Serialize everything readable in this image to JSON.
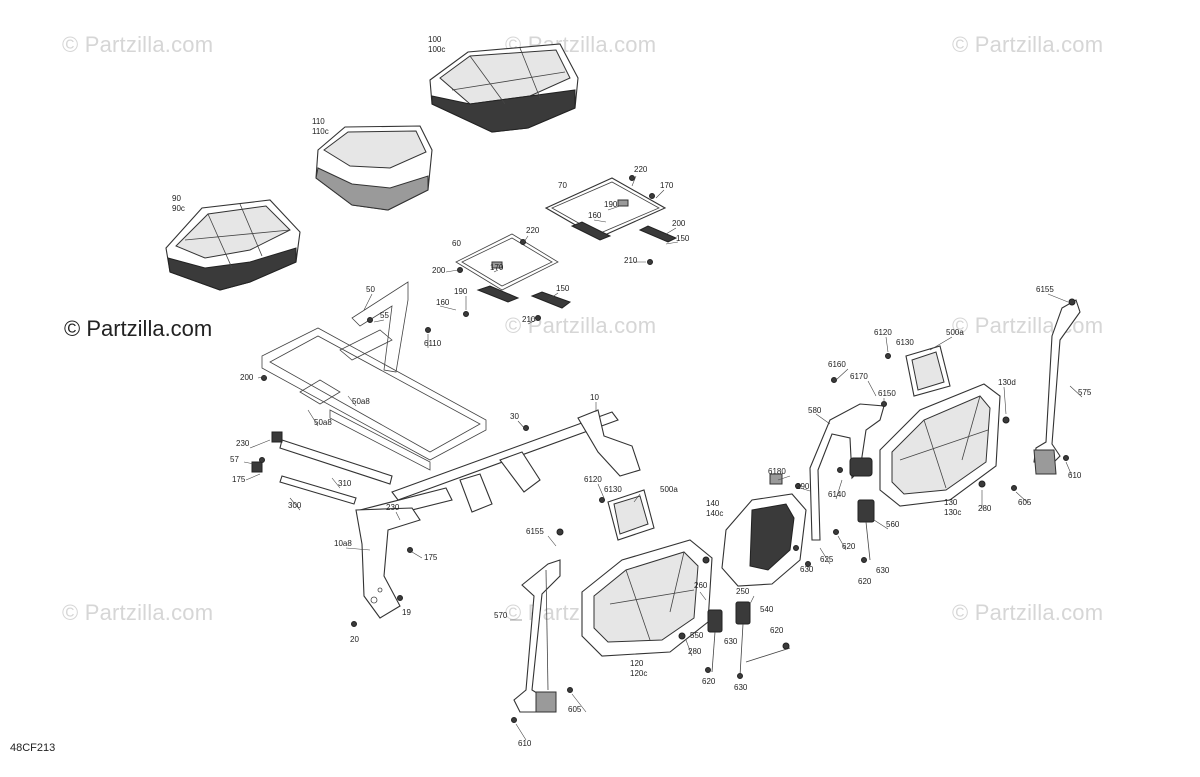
{
  "watermarks": {
    "main": "© Partzilla.com",
    "faint": "© Partzilla.com"
  },
  "figure_ref": "48CF213",
  "callouts": [
    {
      "id": "c100",
      "text": "100"
    },
    {
      "id": "c100c",
      "text": "100c"
    },
    {
      "id": "c110",
      "text": "110"
    },
    {
      "id": "c110c",
      "text": "110c"
    },
    {
      "id": "c90",
      "text": "90"
    },
    {
      "id": "c90c",
      "text": "90c"
    },
    {
      "id": "c220a",
      "text": "220"
    },
    {
      "id": "c70",
      "text": "70"
    },
    {
      "id": "c170a",
      "text": "170"
    },
    {
      "id": "c190a",
      "text": "190"
    },
    {
      "id": "c160a",
      "text": "160"
    },
    {
      "id": "c200a",
      "text": "200"
    },
    {
      "id": "c150a",
      "text": "150"
    },
    {
      "id": "c210a",
      "text": "210"
    },
    {
      "id": "c220b",
      "text": "220"
    },
    {
      "id": "c60",
      "text": "60"
    },
    {
      "id": "c200b",
      "text": "200"
    },
    {
      "id": "c170b",
      "text": "170"
    },
    {
      "id": "c190b",
      "text": "190"
    },
    {
      "id": "c150b",
      "text": "150"
    },
    {
      "id": "c160b",
      "text": "160"
    },
    {
      "id": "c210b",
      "text": "210"
    },
    {
      "id": "c50",
      "text": "50"
    },
    {
      "id": "c55",
      "text": "55"
    },
    {
      "id": "c6110",
      "text": "6110"
    },
    {
      "id": "c200c",
      "text": "200"
    },
    {
      "id": "c50a8a",
      "text": "50a8"
    },
    {
      "id": "c50a8b",
      "text": "50a8"
    },
    {
      "id": "c10",
      "text": "10"
    },
    {
      "id": "c30",
      "text": "30"
    },
    {
      "id": "c230a",
      "text": "230"
    },
    {
      "id": "c57",
      "text": "57"
    },
    {
      "id": "c175a",
      "text": "175"
    },
    {
      "id": "c310",
      "text": "310"
    },
    {
      "id": "c300",
      "text": "300"
    },
    {
      "id": "c230b",
      "text": "230"
    },
    {
      "id": "c10a8",
      "text": "10a8"
    },
    {
      "id": "c175b",
      "text": "175"
    },
    {
      "id": "c19",
      "text": "19"
    },
    {
      "id": "c20",
      "text": "20"
    },
    {
      "id": "c6120a",
      "text": "6120"
    },
    {
      "id": "c6130a",
      "text": "6130"
    },
    {
      "id": "c500aa",
      "text": "500a"
    },
    {
      "id": "c6155a",
      "text": "6155"
    },
    {
      "id": "c570",
      "text": "570"
    },
    {
      "id": "c605a",
      "text": "605"
    },
    {
      "id": "c610a",
      "text": "610"
    },
    {
      "id": "c120",
      "text": "120"
    },
    {
      "id": "c120c",
      "text": "120c"
    },
    {
      "id": "c280a",
      "text": "280"
    },
    {
      "id": "c260",
      "text": "260"
    },
    {
      "id": "c250",
      "text": "250"
    },
    {
      "id": "c550",
      "text": "550"
    },
    {
      "id": "c630a",
      "text": "630"
    },
    {
      "id": "c620a",
      "text": "620"
    },
    {
      "id": "c540",
      "text": "540"
    },
    {
      "id": "c620b",
      "text": "620"
    },
    {
      "id": "c630b",
      "text": "630"
    },
    {
      "id": "c140",
      "text": "140"
    },
    {
      "id": "c140c",
      "text": "140c"
    },
    {
      "id": "c6180",
      "text": "6180"
    },
    {
      "id": "c290",
      "text": "290"
    },
    {
      "id": "c6140",
      "text": "6140"
    },
    {
      "id": "c625",
      "text": "625"
    },
    {
      "id": "c630c",
      "text": "630"
    },
    {
      "id": "c620c",
      "text": "620"
    },
    {
      "id": "c560",
      "text": "560"
    },
    {
      "id": "c620d",
      "text": "620"
    },
    {
      "id": "c630d",
      "text": "630"
    },
    {
      "id": "c580",
      "text": "580"
    },
    {
      "id": "c6160",
      "text": "6160"
    },
    {
      "id": "c6170",
      "text": "6170"
    },
    {
      "id": "c6150a",
      "text": "6150"
    },
    {
      "id": "c6120b",
      "text": "6120"
    },
    {
      "id": "c6130b",
      "text": "6130"
    },
    {
      "id": "c500ab",
      "text": "500a"
    },
    {
      "id": "c130d",
      "text": "130d"
    },
    {
      "id": "c130",
      "text": "130"
    },
    {
      "id": "c130c",
      "text": "130c"
    },
    {
      "id": "c280b",
      "text": "280"
    },
    {
      "id": "c6155b",
      "text": "6155"
    },
    {
      "id": "c575",
      "text": "575"
    },
    {
      "id": "c610b",
      "text": "610"
    },
    {
      "id": "c605b",
      "text": "605"
    }
  ]
}
